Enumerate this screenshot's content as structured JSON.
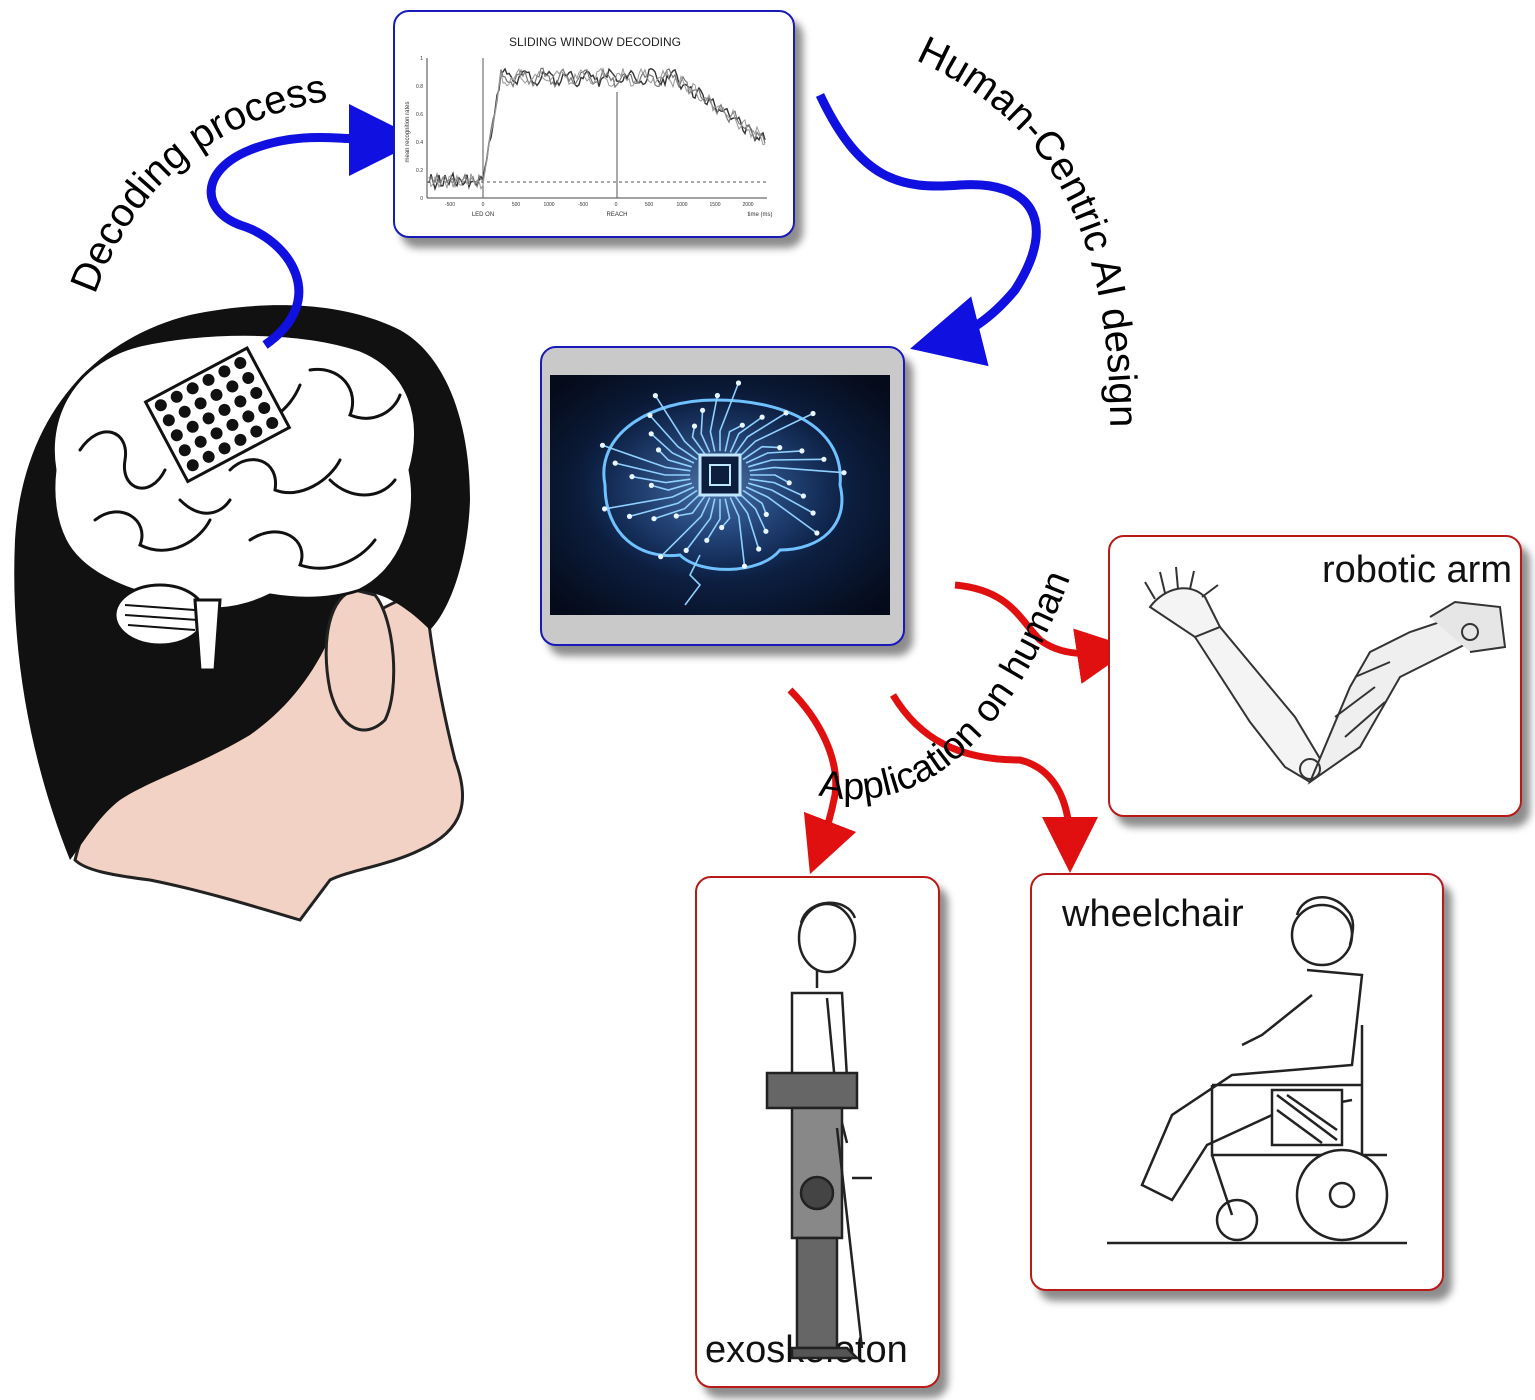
{
  "labels": {
    "decoding_process": "Decoding process",
    "human_centric": "Human-Centric AI design",
    "application_on_human": "Application on human"
  },
  "chart_box": {
    "title": "SLIDING WINDOW DECODING",
    "ylabel": "mean recognition rates",
    "y_ticks": [
      "1",
      "0.8",
      "0.6",
      "0.4",
      "0.2",
      "0"
    ],
    "x_ticks_left": [
      "-500",
      "0",
      "500",
      "1000"
    ],
    "x_ticks_right": [
      "-500",
      "0",
      "500",
      "1000",
      "1500",
      "2000"
    ],
    "event_left": "LED ON",
    "event_right": "REACH",
    "xunit": "time (ms)"
  },
  "devices": {
    "robotic_arm": "robotic arm",
    "wheelchair": "wheelchair",
    "exoskeleton": "exoskeleton"
  },
  "colors": {
    "blue_arrow": "#1010e0",
    "red_arrow": "#e01010",
    "box_blue": "#1a1ab8",
    "box_red": "#b81a1a",
    "skin": "#f2d2c4",
    "hair": "#111111",
    "ai_glow": "#5fb4ff"
  }
}
